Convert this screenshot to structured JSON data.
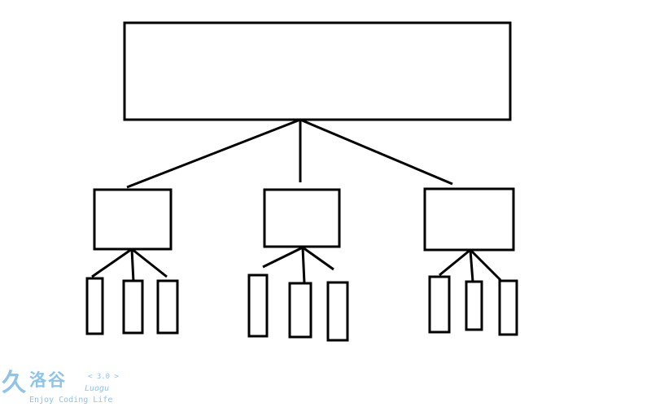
{
  "watermark": {
    "glyph": "久",
    "name": "洛谷",
    "version": "< 3.0 >",
    "latin": "Luogu",
    "tagline": "Enjoy Coding Life",
    "color": "#8ec3ea"
  },
  "diagram": {
    "kind": "tree",
    "root": {
      "id": "root",
      "children": [
        "mid-1",
        "mid-2",
        "mid-3"
      ]
    },
    "mid": [
      {
        "id": "mid-1",
        "children": [
          "leaf-1-1",
          "leaf-1-2",
          "leaf-1-3"
        ]
      },
      {
        "id": "mid-2",
        "children": [
          "leaf-2-1",
          "leaf-2-2",
          "leaf-2-3"
        ]
      },
      {
        "id": "mid-3",
        "children": [
          "leaf-3-1",
          "leaf-3-2",
          "leaf-3-3"
        ]
      }
    ]
  }
}
